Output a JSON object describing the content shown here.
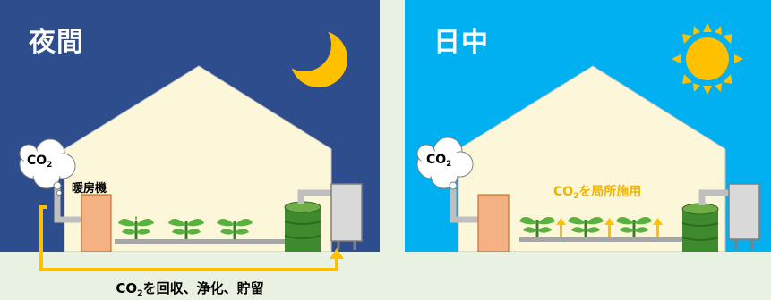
{
  "colors": {
    "night_bg": "#2e4d8d",
    "day_bg": "#00b0f0",
    "house": "#fdf7da",
    "heater": "#f4b183",
    "tank": "#3f8a2f",
    "unit": "#d9d9d9",
    "pipe": "#ffc000",
    "moon": "#ffc000",
    "sun": "#ffc000"
  },
  "night": {
    "title": "夜間",
    "cloud_co": "CO",
    "cloud_sub": "2",
    "heater_label": "暖房機",
    "caption_co": "CO",
    "caption_sub": "2",
    "caption_rest": "を回収、浄化、貯留",
    "icons": [
      "moon-icon",
      "cloud-icon",
      "plant-icon",
      "tank-icon",
      "arrow-up-icon"
    ]
  },
  "day": {
    "title": "日中",
    "cloud_co": "CO",
    "cloud_sub": "2",
    "apply_co": "CO",
    "apply_sub": "2",
    "apply_rest": "を局所施用",
    "icons": [
      "sun-icon",
      "cloud-icon",
      "plant-icon",
      "tank-icon",
      "arrow-up-icon"
    ]
  }
}
